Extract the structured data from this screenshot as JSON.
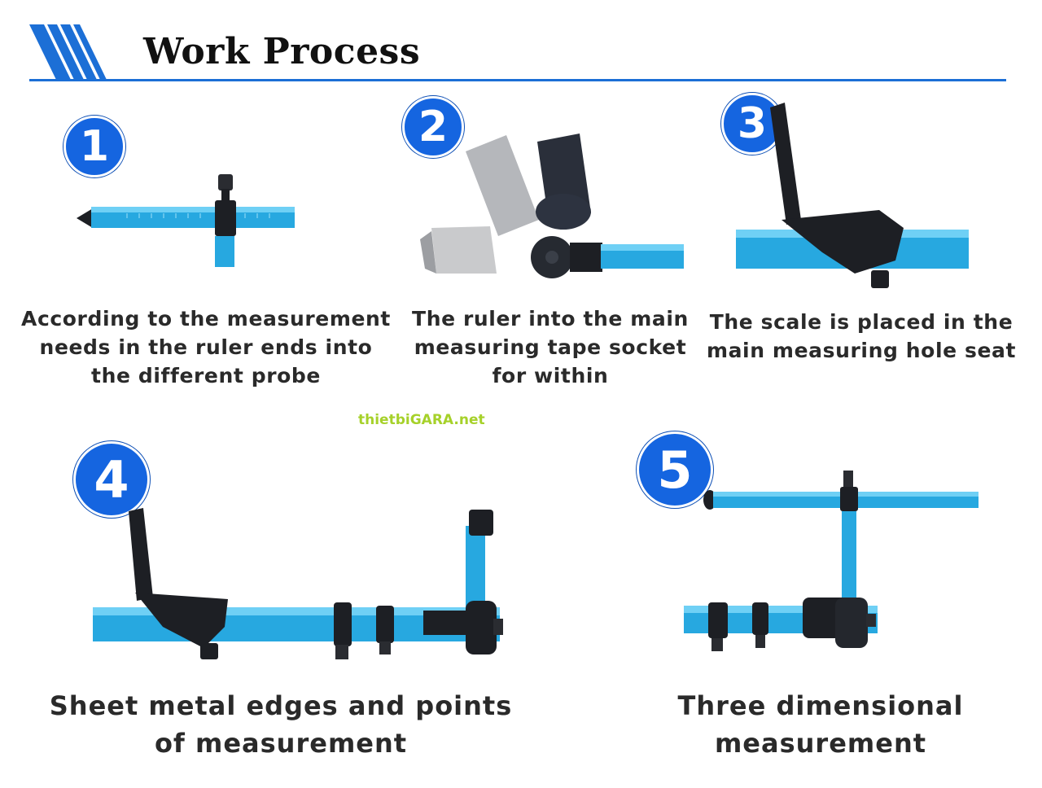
{
  "header": {
    "title": "Work Process"
  },
  "colors": {
    "accent": "#1565e0",
    "tube": "#27a8e0",
    "tool": "#1d1f24",
    "watermark": "#a6d12a"
  },
  "watermark": "thietbiGARA.net",
  "steps": [
    {
      "number": "1",
      "caption_lines": [
        "According to the measurement",
        "needs in the ruler ends into",
        "the different probe"
      ]
    },
    {
      "number": "2",
      "caption_lines": [
        "The ruler into the main",
        "measuring tape socket",
        "for within"
      ]
    },
    {
      "number": "3",
      "caption_lines": [
        "The scale is placed in the",
        "main measuring hole seat"
      ]
    },
    {
      "number": "4",
      "caption_lines": [
        "Sheet metal edges and points",
        "of measurement"
      ]
    },
    {
      "number": "5",
      "caption_lines": [
        "Three dimensional",
        "measurement"
      ]
    }
  ]
}
